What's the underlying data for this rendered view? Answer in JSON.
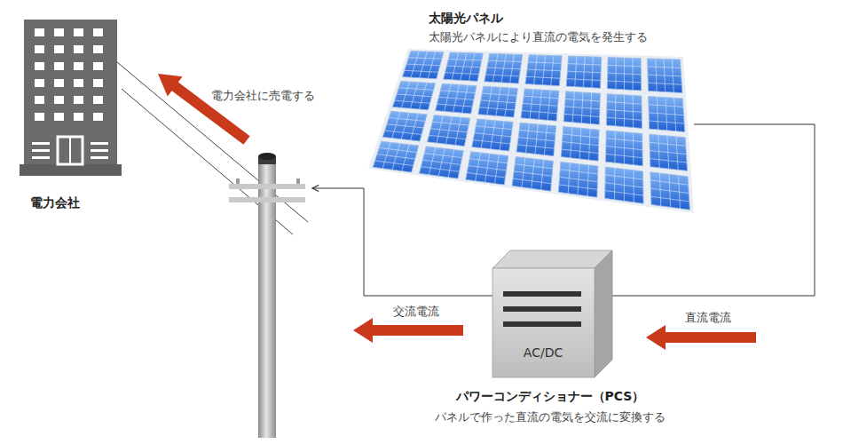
{
  "diagram": {
    "nodes": [
      {
        "text": [
          "電力会社"
        ]
      },
      {
        "text": [
          "太陽光パネル",
          "太陽光パネルにより直流の電気を発生する"
        ]
      },
      {
        "text": [
          "AC/DC",
          "パワーコンディショナー（PCS）",
          "パネルで作った直流の電気を交流に変換する"
        ]
      }
    ],
    "edges": [
      {
        "from": 1,
        "to": 2,
        "arrow": "none"
      }
    ],
    "labels": [
      "電力会社に売電する",
      "交流電流",
      "直流電流"
    ]
  }
}
